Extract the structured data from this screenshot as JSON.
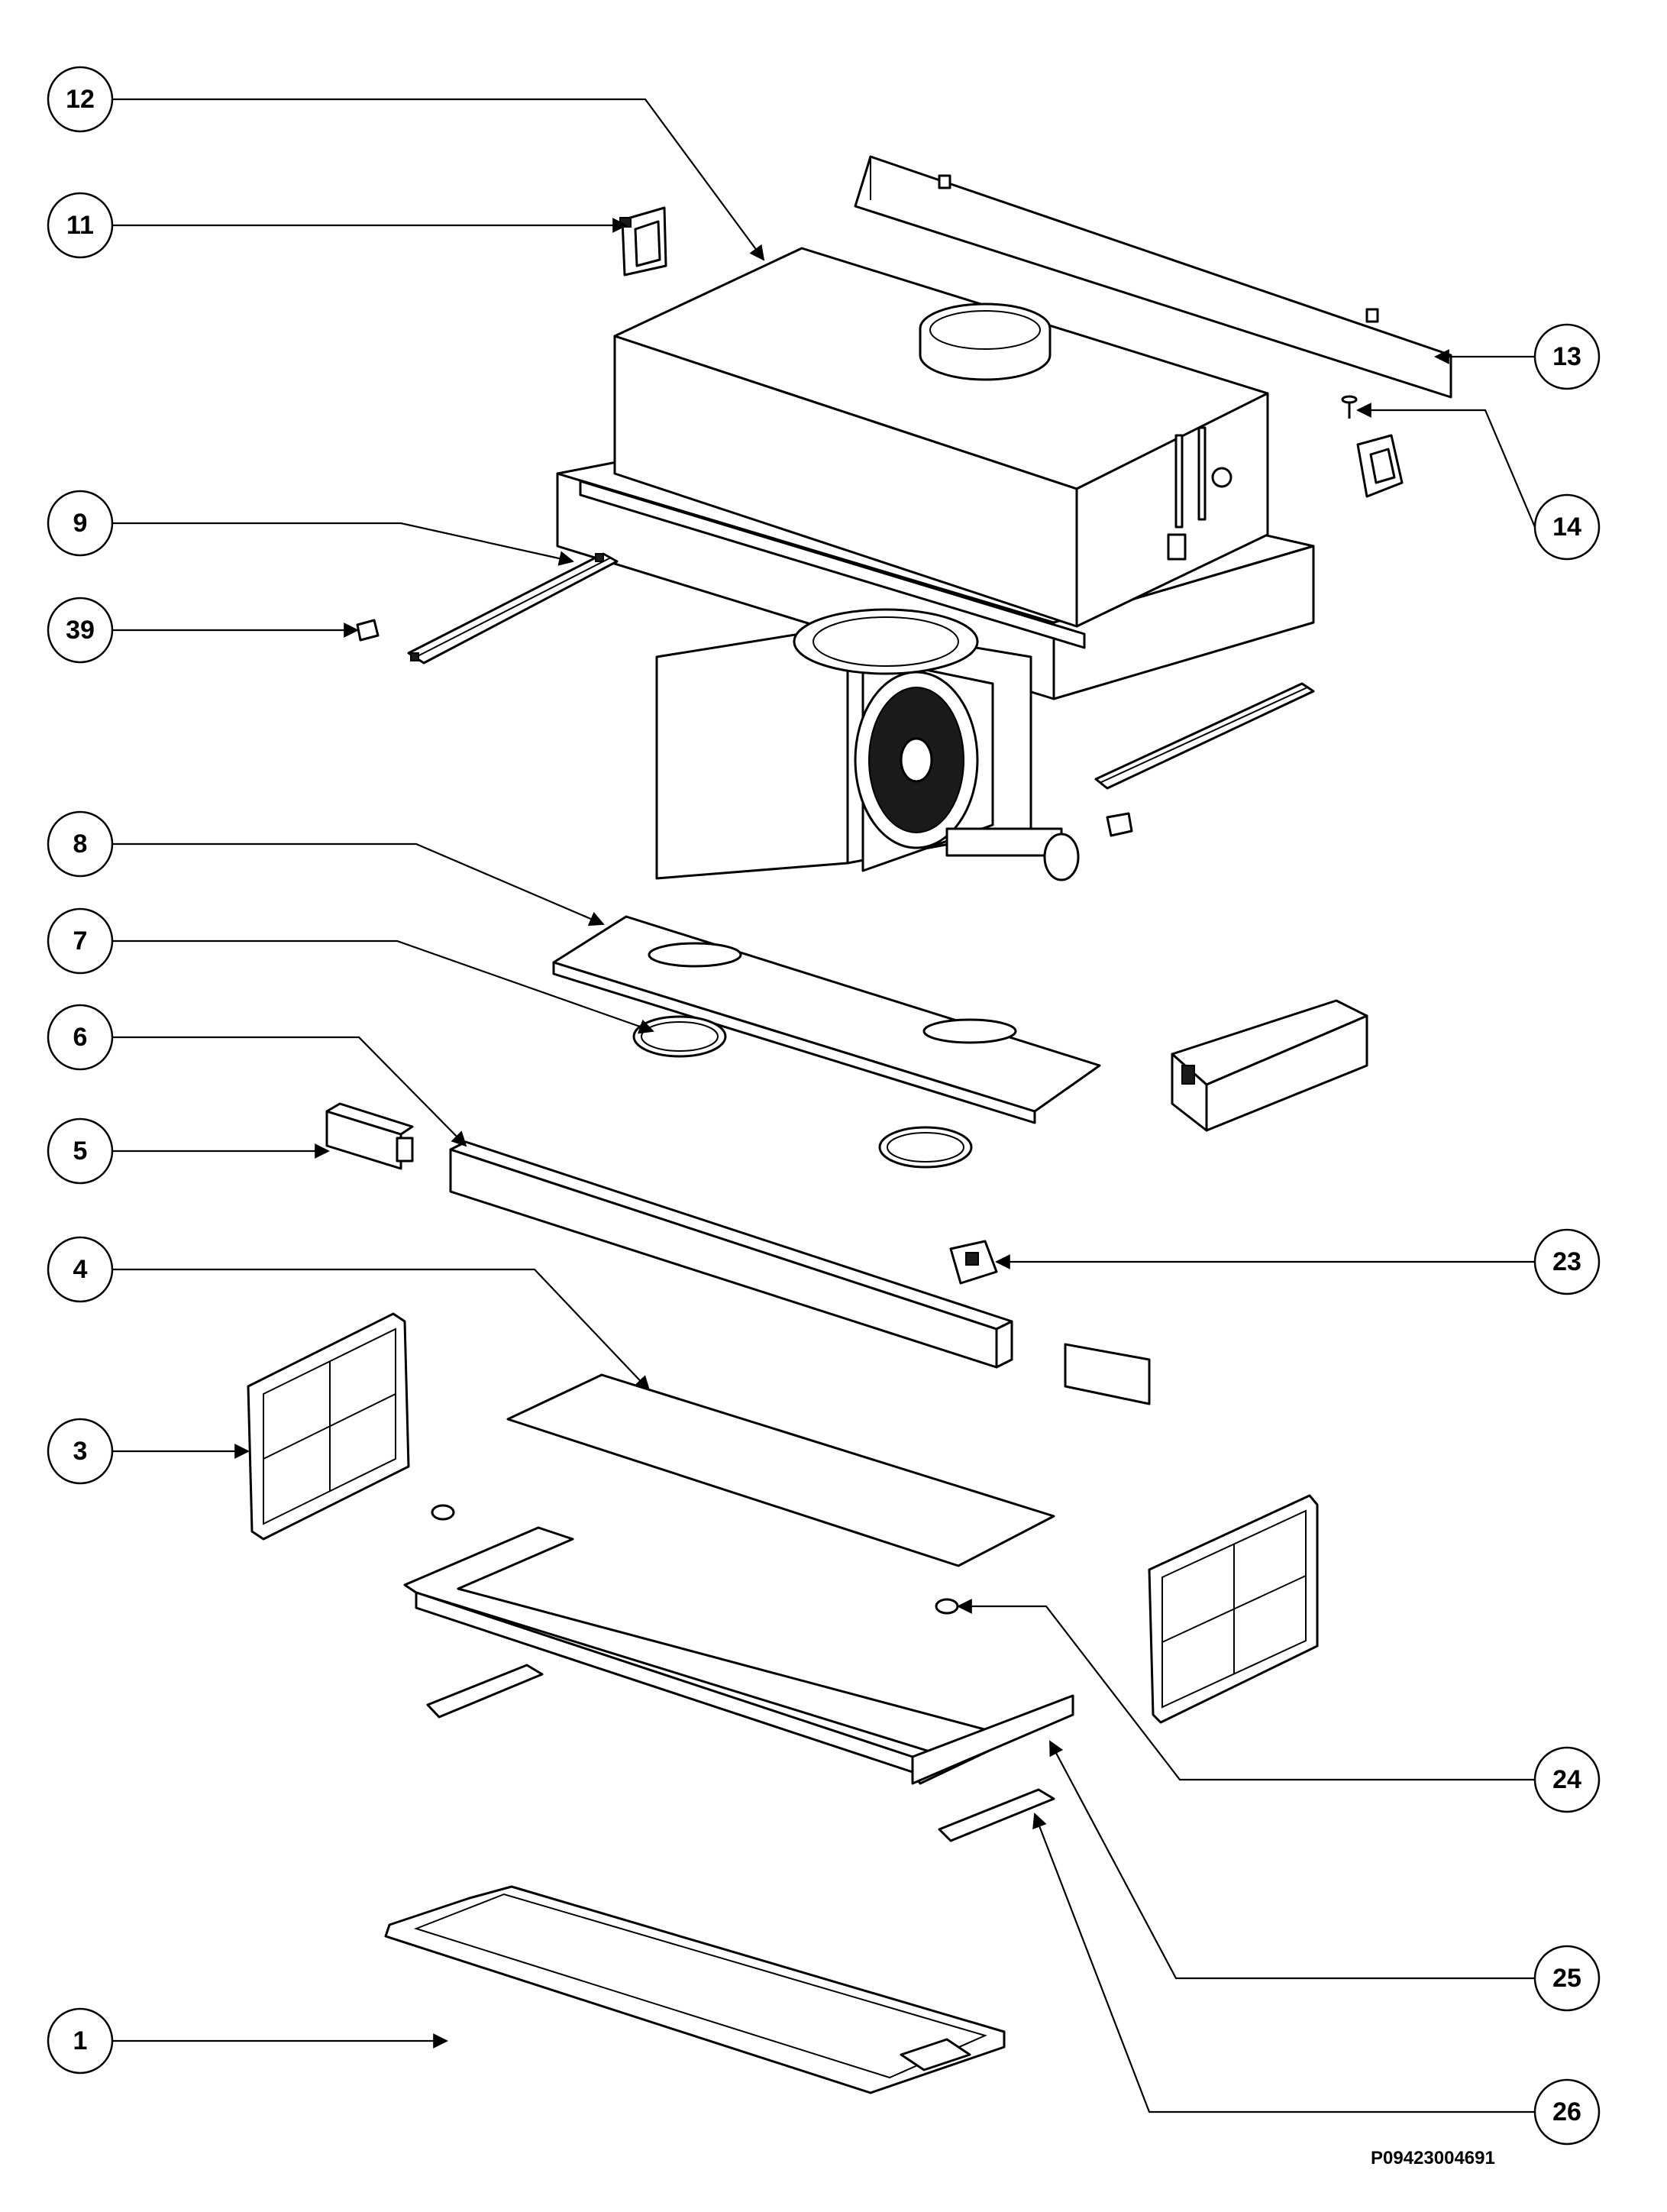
{
  "diagram": {
    "document_code": "P09423004691",
    "callouts": [
      {
        "label": "12"
      },
      {
        "label": "11"
      },
      {
        "label": "13"
      },
      {
        "label": "14"
      },
      {
        "label": "9"
      },
      {
        "label": "39"
      },
      {
        "label": "8"
      },
      {
        "label": "7"
      },
      {
        "label": "6"
      },
      {
        "label": "5"
      },
      {
        "label": "23"
      },
      {
        "label": "4"
      },
      {
        "label": "3"
      },
      {
        "label": "24"
      },
      {
        "label": "25"
      },
      {
        "label": "26"
      },
      {
        "label": "1"
      }
    ]
  }
}
